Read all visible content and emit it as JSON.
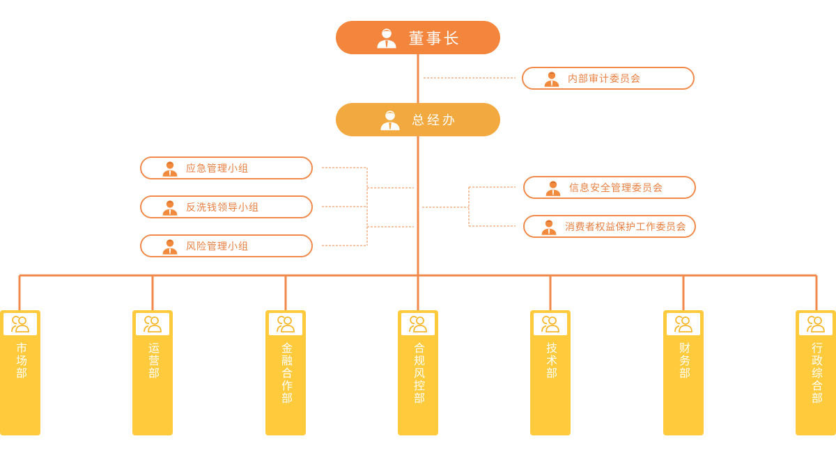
{
  "colors": {
    "orange": "#F4853D",
    "light_orange": "#F2A93F",
    "pill_border": "#F0894A",
    "pill_text": "#E87F40",
    "dept_yellow": "#FFCB3D",
    "line": "#F0894A"
  },
  "chairman": {
    "label": "董事长",
    "icon": "person-icon"
  },
  "audit_committee": {
    "label": "内部审计委员会",
    "icon": "person-icon"
  },
  "gm_office": {
    "label": "总经办",
    "icon": "person-icon"
  },
  "left_groups": [
    {
      "label": "应急管理小组",
      "icon": "person-icon"
    },
    {
      "label": "反洗钱领导小组",
      "icon": "person-icon"
    },
    {
      "label": "风险管理小组",
      "icon": "person-icon"
    }
  ],
  "right_committees": [
    {
      "label": "信息安全管理委员会",
      "icon": "person-icon"
    },
    {
      "label": "消费者权益保护工作委员会",
      "icon": "person-icon"
    }
  ],
  "departments": [
    {
      "label": "市场部",
      "icon": "group-icon"
    },
    {
      "label": "运营部",
      "icon": "group-icon"
    },
    {
      "label": "金融合作部",
      "icon": "group-icon"
    },
    {
      "label": "合规风控部",
      "icon": "group-icon"
    },
    {
      "label": "技术部",
      "icon": "group-icon"
    },
    {
      "label": "财务部",
      "icon": "group-icon"
    },
    {
      "label": "行政综合部",
      "icon": "group-icon"
    }
  ]
}
